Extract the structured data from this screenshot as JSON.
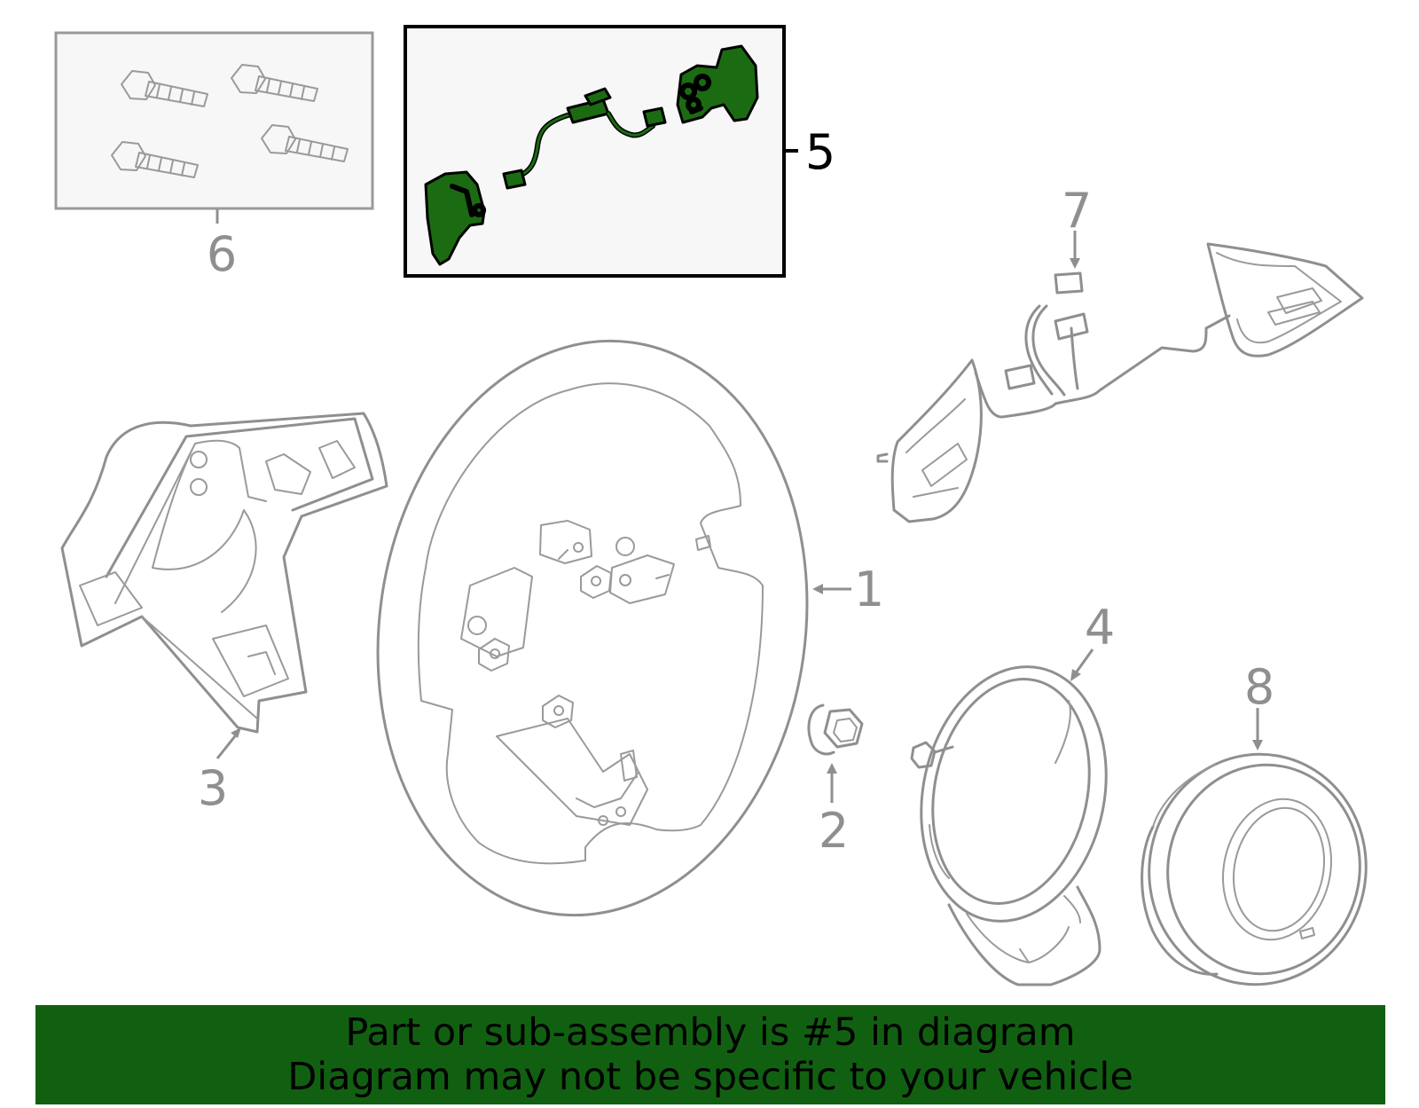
{
  "callouts": {
    "c1": "1",
    "c2": "2",
    "c3": "3",
    "c4": "4",
    "c5": "5",
    "c6": "6",
    "c7": "7",
    "c8": "8"
  },
  "highlighted_part": "5",
  "colors": {
    "highlight": "#1b6b12",
    "banner": "#116011",
    "part_outline": "#8f8f8f",
    "box_fill": "#f7f7f7"
  },
  "banner": {
    "line1": "Part or sub-assembly is #5 in diagram",
    "line2": "Diagram may not be specific to your vehicle"
  }
}
